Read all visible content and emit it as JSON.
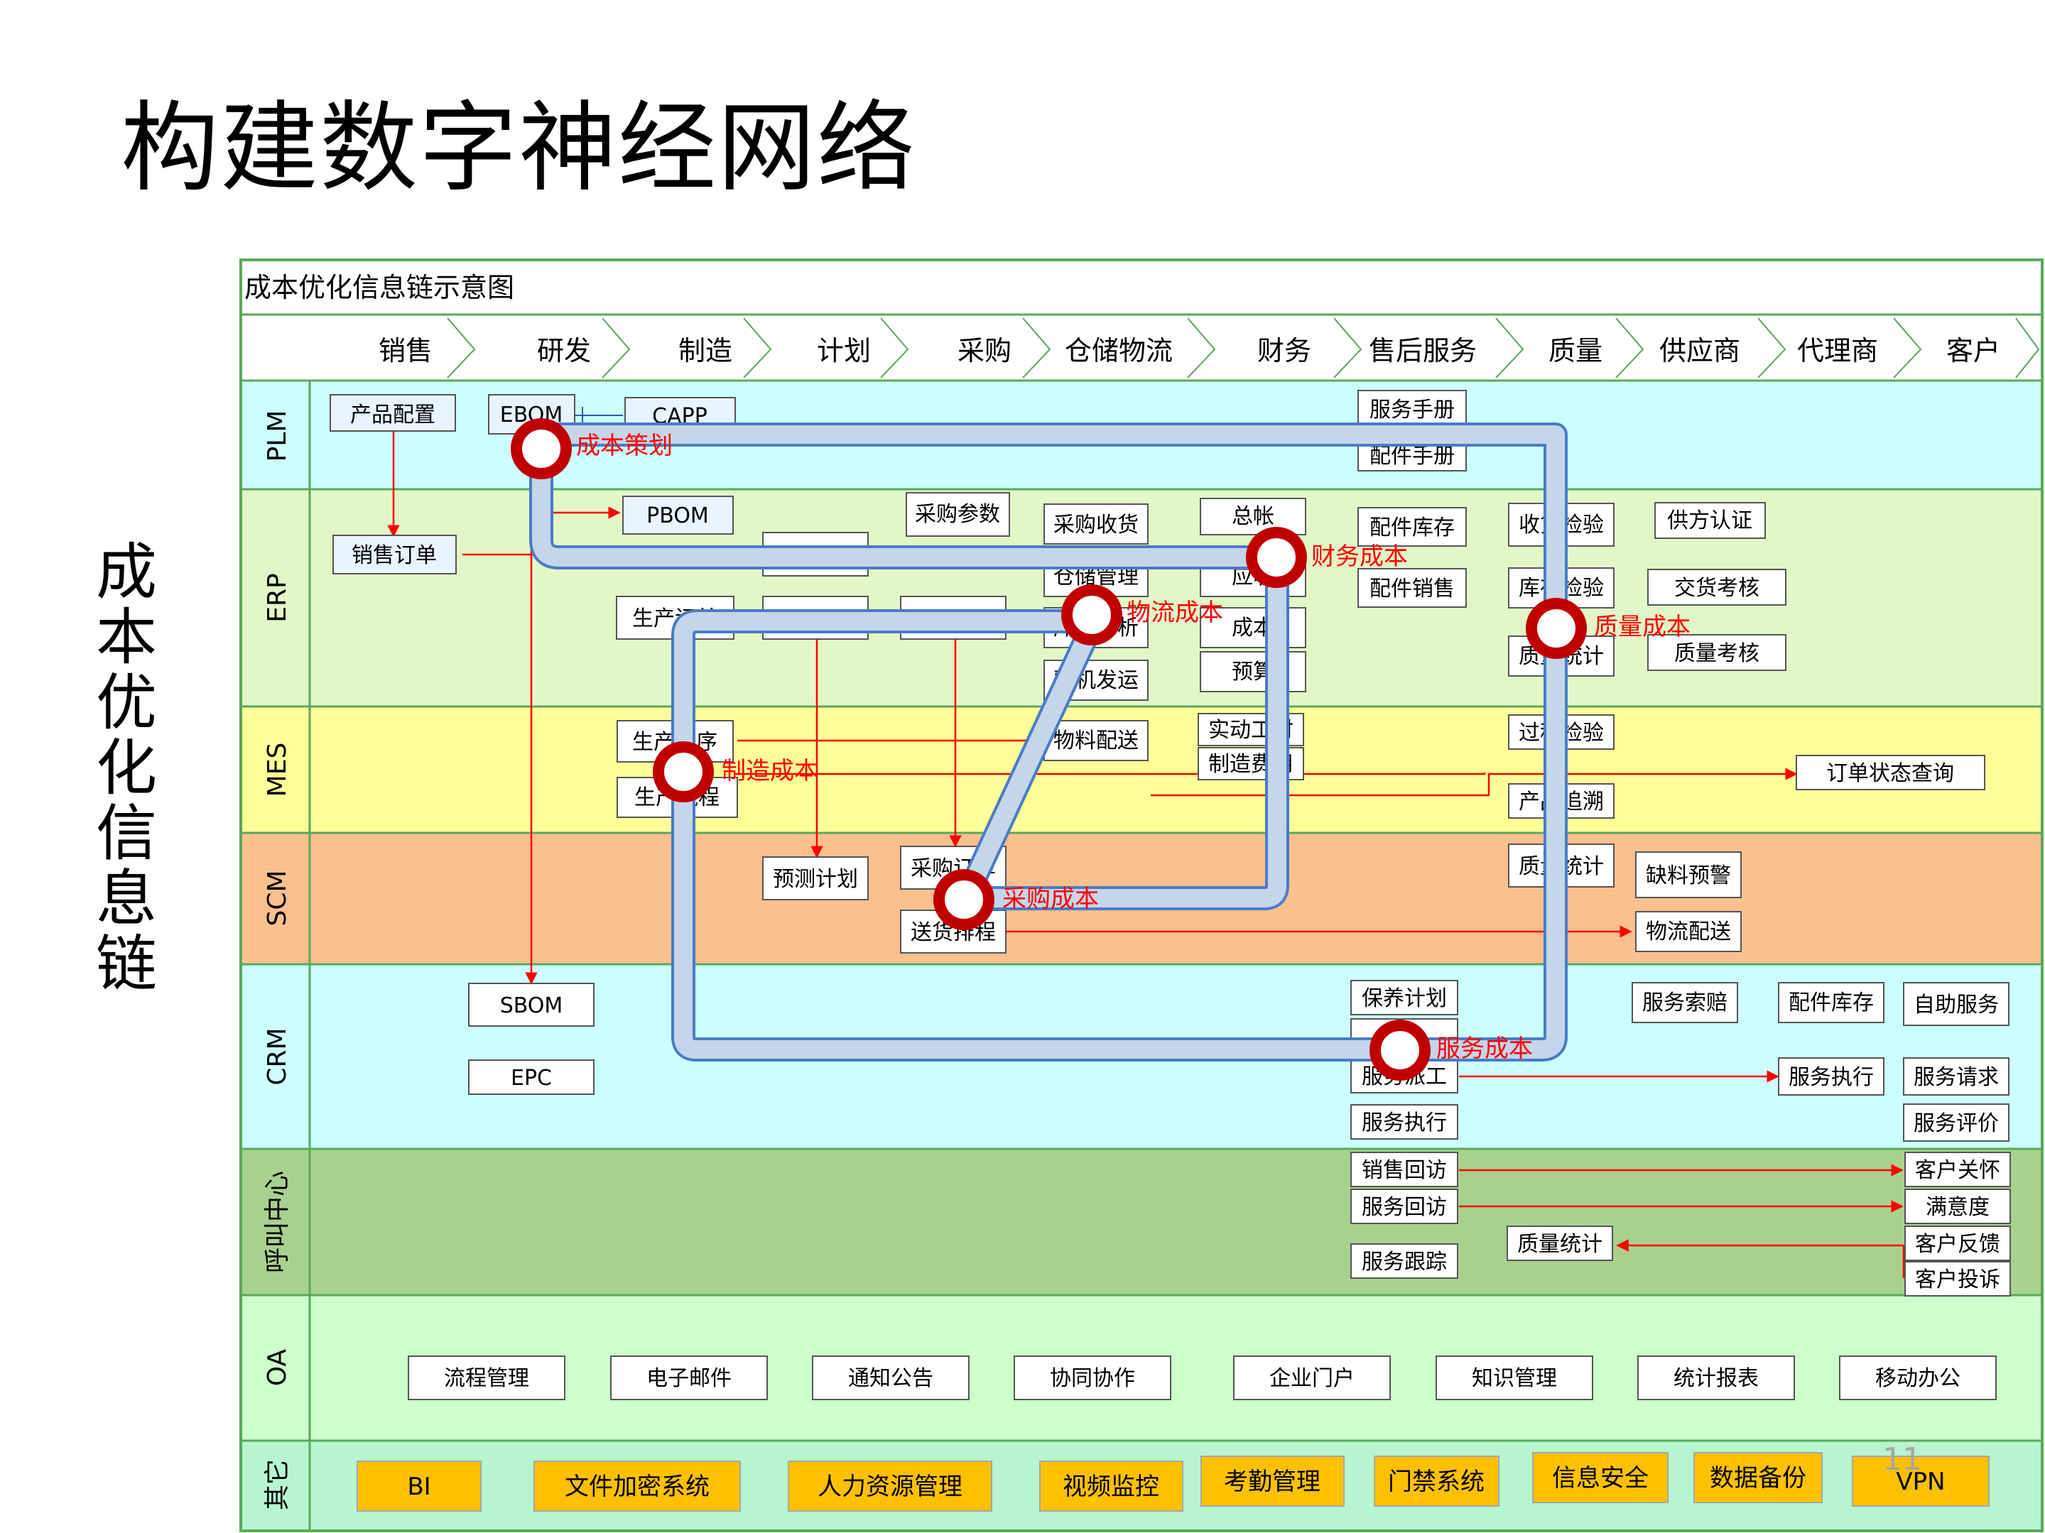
{
  "slide_title": "构建数字神经网络",
  "side_title": "成本优化信息链",
  "page_number": "11",
  "diagram_title": "成本优化信息链示意图",
  "colors": {
    "header_green": "#5aa85a",
    "lane_plm": "#ccffff",
    "lane_erp": "#e2f7c8",
    "lane_mes": "#ffff99",
    "lane_scm": "#fac090",
    "lane_crm": "#ccffff",
    "lane_callcenter": "#a9d18e",
    "lane_oa": "#ccffcc",
    "lane_other": "#b6f5d0",
    "other_box": "#ffc000",
    "route_fill": "#c5d5ea",
    "route_stroke": "#4a7cc4",
    "marker_red": "#c00000",
    "arrow_red": "#ff0000"
  },
  "departments": [
    "销售",
    "研发",
    "制造",
    "计划",
    "采购",
    "仓储物流",
    "财务",
    "售后服务",
    "质量",
    "供应商",
    "代理商",
    "客户"
  ],
  "lanes": [
    {
      "key": "plm",
      "label": "PLM"
    },
    {
      "key": "erp",
      "label": "ERP"
    },
    {
      "key": "mes",
      "label": "MES"
    },
    {
      "key": "scm",
      "label": "SCM"
    },
    {
      "key": "crm",
      "label": "CRM"
    },
    {
      "key": "callcenter",
      "label": "呼叫中心"
    },
    {
      "key": "oa",
      "label": "OA"
    },
    {
      "key": "other",
      "label": "其它"
    }
  ],
  "boxes": {
    "product_config": "产品配置",
    "ebom": "EBOM",
    "capp": "CAPP",
    "service_manual": "服务手册",
    "parts_manual": "配件手册",
    "pbom": "PBOM",
    "sales_order": "销售订单",
    "purchase_params": "采购参数",
    "purchase_receipt": "采购收货",
    "general_ledger": "总帐",
    "parts_inventory": "配件库存",
    "receipt_inspection": "收货检验",
    "supplier_certification": "供方认证",
    "warehouse_mgmt": "仓储管理",
    "receivables": "应收",
    "parts_sales": "配件销售",
    "inventory_inspection": "库存检验",
    "delivery_assessment": "交货考核",
    "production_order": "生产订单",
    "inventory_analysis": "库存分析",
    "cost": "成本",
    "quality_stats": "质量统计",
    "quality_assessment": "质量考核",
    "vehicle_dispatch": "整机发运",
    "budget": "预算",
    "production_process": "生产工序",
    "material_delivery": "物料配送",
    "actual_hours": "实动工时",
    "manufacturing_expense": "制造费用",
    "process_inspection": "过程检验",
    "production_flow": "生产流程",
    "product_traceability": "产品追溯",
    "order_status_query": "订单状态查询",
    "forecast_plan": "预测计划",
    "purchase_order": "采购订单",
    "delivery_schedule": "送货排程",
    "shortage_warning": "缺料预警",
    "logistics_delivery": "物流配送",
    "sbom": "SBOM",
    "epc": "EPC",
    "maintenance_plan": "保养计划",
    "service_dispatch": "服务派工",
    "service_claim": "服务索赔",
    "crm_parts_inventory": "配件库存",
    "self_service": "自助服务",
    "service_execution": "服务执行",
    "service_execution_right": "服务执行",
    "service_request": "服务请求",
    "service_evaluation": "服务评价",
    "sales_callback": "销售回访",
    "service_callback": "服务回访",
    "service_tracking": "服务跟踪",
    "cc_quality_stats": "质量统计",
    "customer_care": "客户关怀",
    "satisfaction": "满意度",
    "customer_feedback": "客户反馈",
    "customer_complaint": "客户投诉"
  },
  "oa_items": [
    "流程管理",
    "电子邮件",
    "通知公告",
    "协同协作",
    "企业门户",
    "知识管理",
    "统计报表",
    "移动办公"
  ],
  "other_items": [
    "BI",
    "文件加密系统",
    "人力资源管理",
    "视频监控",
    "考勤管理",
    "门禁系统",
    "信息安全",
    "数据备份",
    "VPN"
  ],
  "cost_markers": {
    "cost_planning": "成本策划",
    "finance_cost": "财务成本",
    "logistics_cost": "物流成本",
    "quality_cost": "质量成本",
    "manufacturing_cost": "制造成本",
    "purchasing_cost": "采购成本",
    "service_cost": "服务成本"
  }
}
